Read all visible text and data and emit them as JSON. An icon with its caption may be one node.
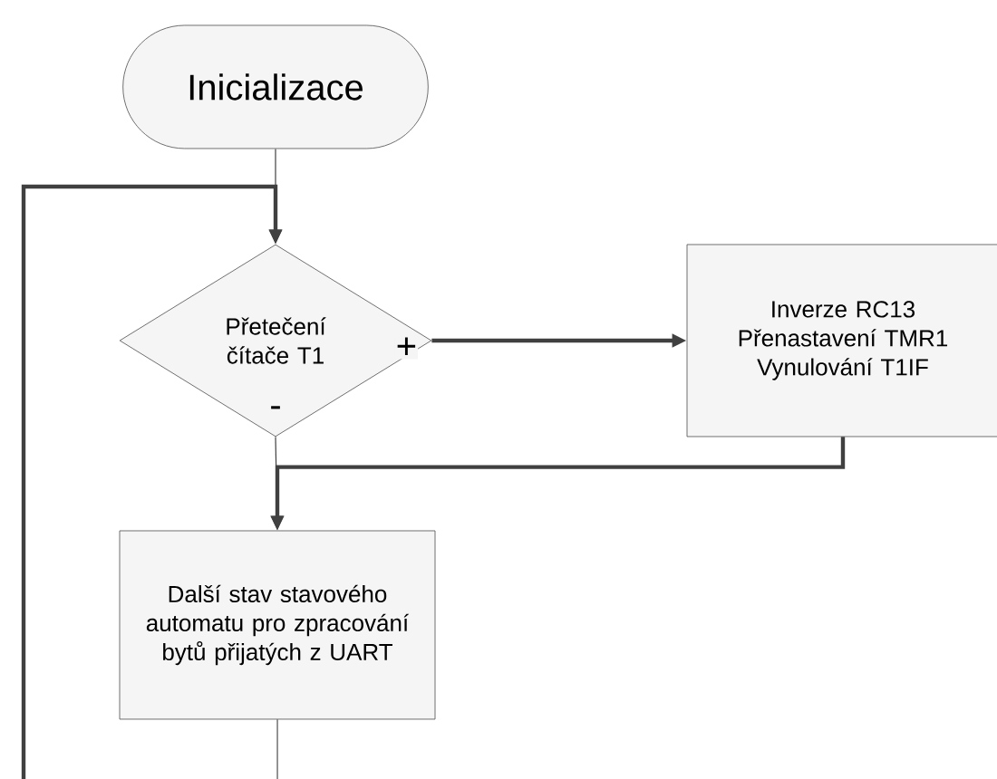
{
  "diagram": {
    "nodes": [
      {
        "text": [
          "Inicializace"
        ]
      },
      {
        "text": [
          "Přetečení čítače T1"
        ]
      },
      {
        "text": [
          "Inverze RC13",
          "Přenastavení TMR1",
          "Vynulování T1IF"
        ]
      },
      {
        "text": [
          "Další stav stavového automatu pro zpracování bytů přijatých z UART"
        ]
      }
    ],
    "edges": [
      {
        "from": 0,
        "to": 1,
        "arrow": "to"
      },
      {
        "from": 1,
        "to": 2,
        "arrow": "to",
        "label": "+",
        "style": "thick"
      },
      {
        "from": 2,
        "to": 3,
        "arrow": "to",
        "style": "thick"
      },
      {
        "from": 1,
        "to": 3,
        "arrow": "to",
        "label": "-"
      },
      {
        "from": null,
        "to": 1,
        "arrow": "to",
        "style": "thick"
      },
      {
        "from": 3,
        "to": null,
        "arrow": "none"
      }
    ]
  }
}
